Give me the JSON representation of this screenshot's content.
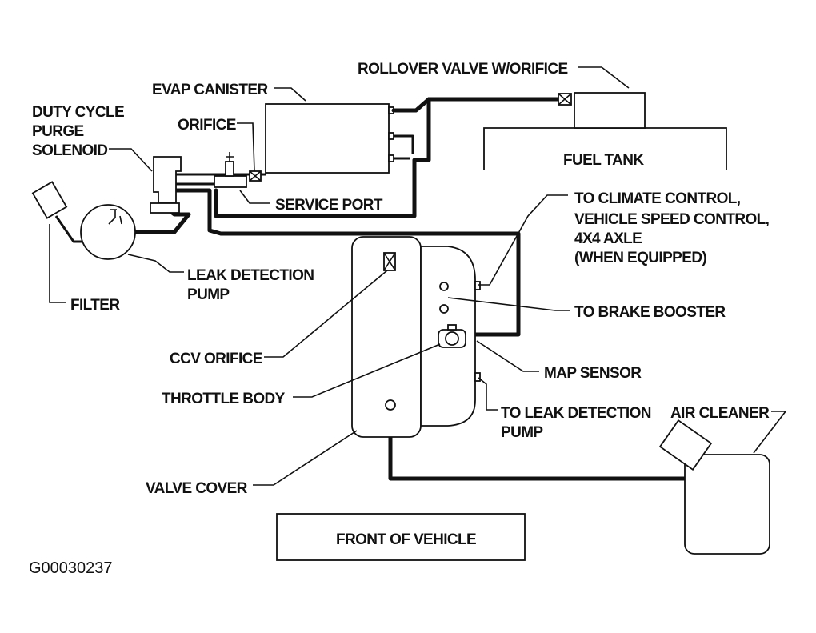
{
  "labels": {
    "rollover_valve": "ROLLOVER VALVE W/ORIFICE",
    "evap_canister": "EVAP CANISTER",
    "duty_cycle_1": "DUTY CYCLE",
    "duty_cycle_2": "PURGE",
    "duty_cycle_3": "SOLENOID",
    "orifice": "ORIFICE",
    "fuel_tank": "FUEL TANK",
    "service_port": "SERVICE PORT",
    "climate_1": "TO CLIMATE CONTROL,",
    "climate_2": "VEHICLE SPEED CONTROL,",
    "climate_3": "4X4 AXLE",
    "climate_4": "(WHEN EQUIPPED)",
    "leak_pump_1": "LEAK DETECTION",
    "leak_pump_2": "PUMP",
    "filter": "FILTER",
    "brake_booster": "TO BRAKE BOOSTER",
    "ccv_orifice": "CCV ORIFICE",
    "map_sensor": "MAP SENSOR",
    "throttle_body": "THROTTLE BODY",
    "to_leak_1": "TO LEAK DETECTION",
    "to_leak_2": "PUMP",
    "air_cleaner": "AIR CLEANER",
    "valve_cover": "VALVE COVER",
    "front_of_vehicle": "FRONT OF VEHICLE"
  },
  "figure_id": "G00030237"
}
